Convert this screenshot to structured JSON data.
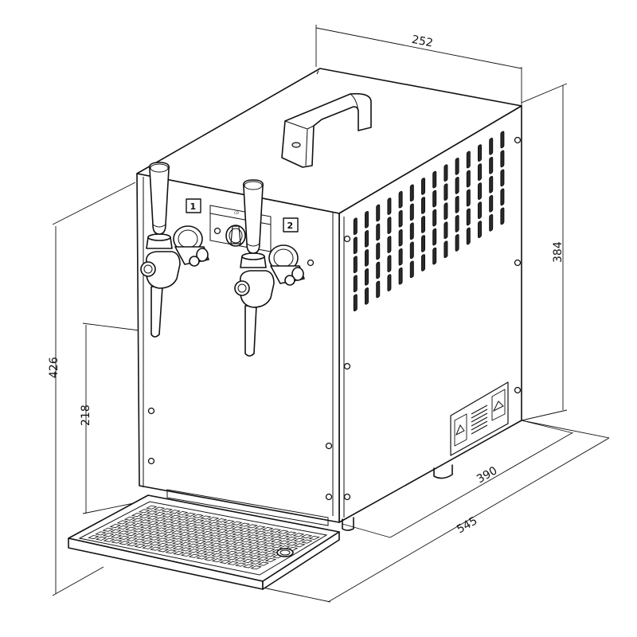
{
  "dimensions": {
    "width": "252",
    "height_body": "384",
    "height_total": "426",
    "tap_height": "218",
    "depth_body": "390",
    "depth_total": "545"
  },
  "taps": {
    "tap_1_label": "1",
    "tap_2_label": "2"
  },
  "panel": {
    "knob_text": "CO"
  }
}
